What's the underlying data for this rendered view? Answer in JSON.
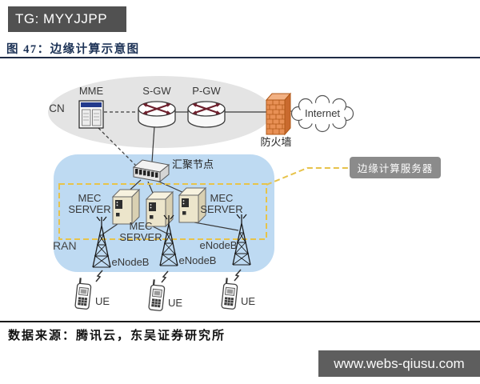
{
  "header": {
    "tag_label": "TG: MYYJJPP",
    "figure_label": "图 47：边缘计算示意图"
  },
  "diagram": {
    "cn_label": "CN",
    "mme_label": "MME",
    "sgw_label": "S-GW",
    "pgw_label": "P-GW",
    "firewall_label": "防火墙",
    "internet_label": "Internet",
    "aggregation_node_label": "汇聚节点",
    "edge_server_callout": "边缘计算服务器",
    "mec_servers": [
      {
        "label": "MEC\nSERVER"
      },
      {
        "label": "MEC\nSERVER"
      },
      {
        "label": "MEC\nSERVER"
      }
    ],
    "ran_label": "RAN",
    "enodebs": [
      {
        "label": "eNodeB"
      },
      {
        "label": "eNodeB"
      },
      {
        "label": "eNodeB"
      }
    ],
    "ues": [
      {
        "label": "UE"
      },
      {
        "label": "UE"
      },
      {
        "label": "UE"
      }
    ]
  },
  "footer": {
    "source_label": "数据来源：腾讯云，东吴证券研究所",
    "website": "www.webs-qiusu.com"
  },
  "colors": {
    "accent_dashed": "#e7c34a",
    "ran_fill": "#bedaf2",
    "cn_fill": "#e4e4e4",
    "callout_fill": "#8b8b8b",
    "title_color": "#1c3256",
    "firewall_orange": "#e89055"
  }
}
